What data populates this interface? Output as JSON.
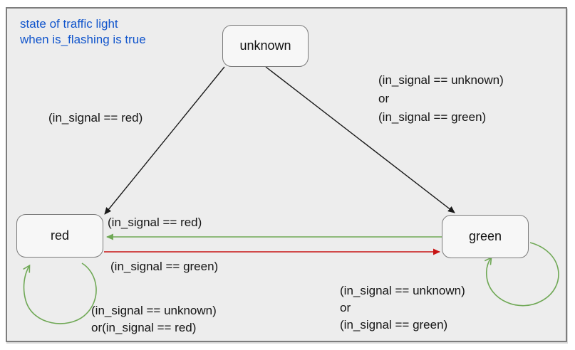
{
  "title": {
    "line1": "state of traffic light",
    "line2": "when is_flashing is true"
  },
  "states": {
    "unknown": {
      "label": "unknown"
    },
    "red": {
      "label": "red"
    },
    "green": {
      "label": "green"
    }
  },
  "labels": {
    "unknown_to_red": {
      "text": "(in_signal == red)"
    },
    "unknown_to_green": {
      "lines": [
        "(in_signal == unknown)",
        "or",
        "(in_signal == green)"
      ]
    },
    "green_to_red": {
      "text": "(in_signal == red)"
    },
    "red_to_green": {
      "text": "(in_signal == green)"
    },
    "red_self": {
      "lines": [
        "(in_signal == unknown)",
        "or(in_signal == red)"
      ]
    },
    "green_self": {
      "lines": [
        "(in_signal == unknown)",
        "or",
        "(in_signal == green)"
      ]
    }
  },
  "colors": {
    "title_blue": "#1155cc",
    "arrow_black": "#1a1a1a",
    "arrow_green": "#6fa855",
    "arrow_red": "#c81414",
    "panel_border": "#7d7d7d",
    "panel_background": "#ededed",
    "state_background": "#f7f7f7"
  }
}
